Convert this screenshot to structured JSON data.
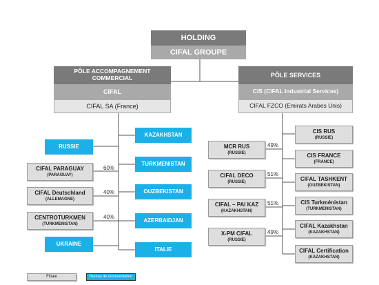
{
  "holding": {
    "title": "HOLDING",
    "name": "CIFAL  GROUPE"
  },
  "pole_left": {
    "title": "PÔLE ACCOMPAGNEMENT COMMERCIAL",
    "sub": "CIFAL",
    "entity": "CIFAL SA (France)"
  },
  "pole_right": {
    "title": "PÔLE SERVICES",
    "sub": "CIS (CIFAL Industrial Services)",
    "entity": "CIFAL FZCO (Emirats Arabes Unis)"
  },
  "left_filiales": [
    {
      "name": "CIFAL PARAGUAY",
      "country": "(PARAGUAY)",
      "pct": "60%"
    },
    {
      "name": "CIFAL Deutschland",
      "country": "(ALLEMAGNE)",
      "pct": "40%"
    },
    {
      "name": "CENTROTURKMEN",
      "country": "(TURKMENISTAN)",
      "pct": "40%"
    }
  ],
  "left_bureaux": [
    "RUSSIE",
    "UKRAINE"
  ],
  "center_bureaux": [
    "KAZAKHSTAN",
    "TURKMENISTAN",
    "OUZBEKISTAN",
    "AZERBAIDJAN",
    "ITALIE"
  ],
  "right_mid_filiales": [
    {
      "name": "MCR RUS",
      "country": "(RUSSIE)",
      "pct": "49%"
    },
    {
      "name": "CIFAL DECO",
      "country": "(RUSSIE)",
      "pct": "51%"
    },
    {
      "name": "CIFAL – PAI KAZ",
      "country": "(KAZAKHSTAN)",
      "pct": "51%"
    },
    {
      "name": "X-PM CIFAL",
      "country": "(RUSSIE)",
      "pct": "49%"
    }
  ],
  "right_filiales": [
    {
      "name": "CIS RUS",
      "country": "(RUSSIE)"
    },
    {
      "name": "CIS FRANCE",
      "country": "(FRANCE)"
    },
    {
      "name": "CIFAL TASHKENT",
      "country": "(OUZBEKISTAN)"
    },
    {
      "name": "CIS Turkménistan",
      "country": "(TURKMENISTAN)"
    },
    {
      "name": "CIFAL Kazakhstan",
      "country": "(KAZAKHSTAN)"
    },
    {
      "name": "CIFAL Certification",
      "country": "(KAZAKHSTAN)"
    }
  ],
  "legend": {
    "filiale": "Filiale",
    "bureau": "Bureau de représentation"
  }
}
